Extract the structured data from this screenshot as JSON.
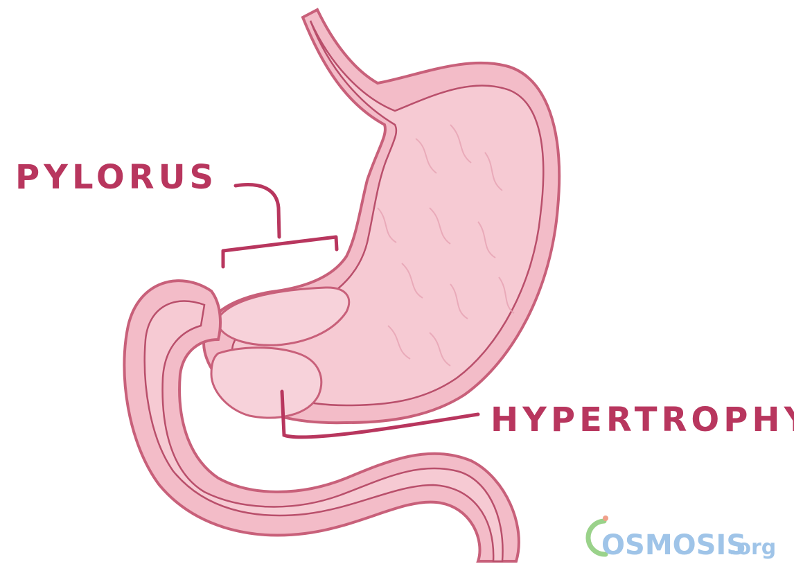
{
  "diagram": {
    "labels": {
      "pylorus": "PYLORUS",
      "hypertrophy": "HYPERTROPHY"
    },
    "watermark": {
      "brand": "OSMOSIS",
      "domain": ".org"
    },
    "colors": {
      "outline": "#c8607a",
      "fill_outer": "#f3bcc8",
      "fill_inner": "#f6cad3",
      "mucosa_line": "#b94f6b",
      "label_text": "#b8365e",
      "watermark_blue": "#9fc4e8",
      "watermark_green": "#9ad28a"
    }
  }
}
